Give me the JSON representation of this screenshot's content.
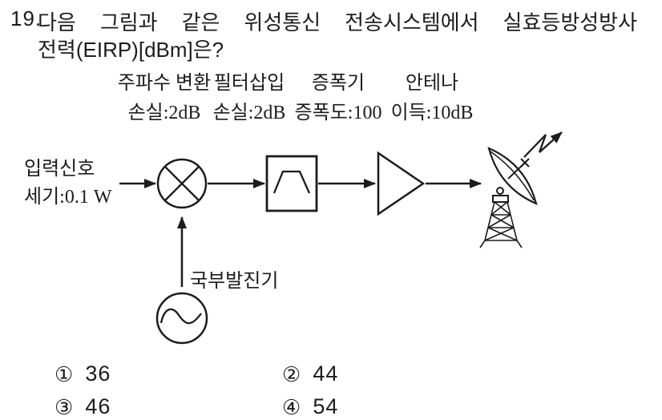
{
  "question": {
    "number": "19.",
    "line1": "다음 그림과 같은 위성통신 전송시스템에서 실효등방성방사",
    "line2": "전력(EIRP)[dBm]은?"
  },
  "diagram": {
    "input_label": {
      "line1": "입력신호",
      "line2": "세기:0.1 W"
    },
    "blocks": [
      {
        "id": "mixer",
        "title": "주파수 변환",
        "spec": "손실:2dB"
      },
      {
        "id": "filter",
        "title": "필터삽입",
        "spec": "손실:2dB"
      },
      {
        "id": "amplifier",
        "title": "증폭기",
        "spec": "증폭도:100"
      },
      {
        "id": "antenna",
        "title": "안테나",
        "spec": "이득:10dB"
      }
    ],
    "oscillator_label": "국부발진기"
  },
  "options": [
    {
      "marker": "①",
      "value": "36"
    },
    {
      "marker": "②",
      "value": "44"
    },
    {
      "marker": "③",
      "value": "46"
    },
    {
      "marker": "④",
      "value": "54"
    }
  ],
  "colors": {
    "ink": "#1c1c1c",
    "background": "#ffffff"
  }
}
